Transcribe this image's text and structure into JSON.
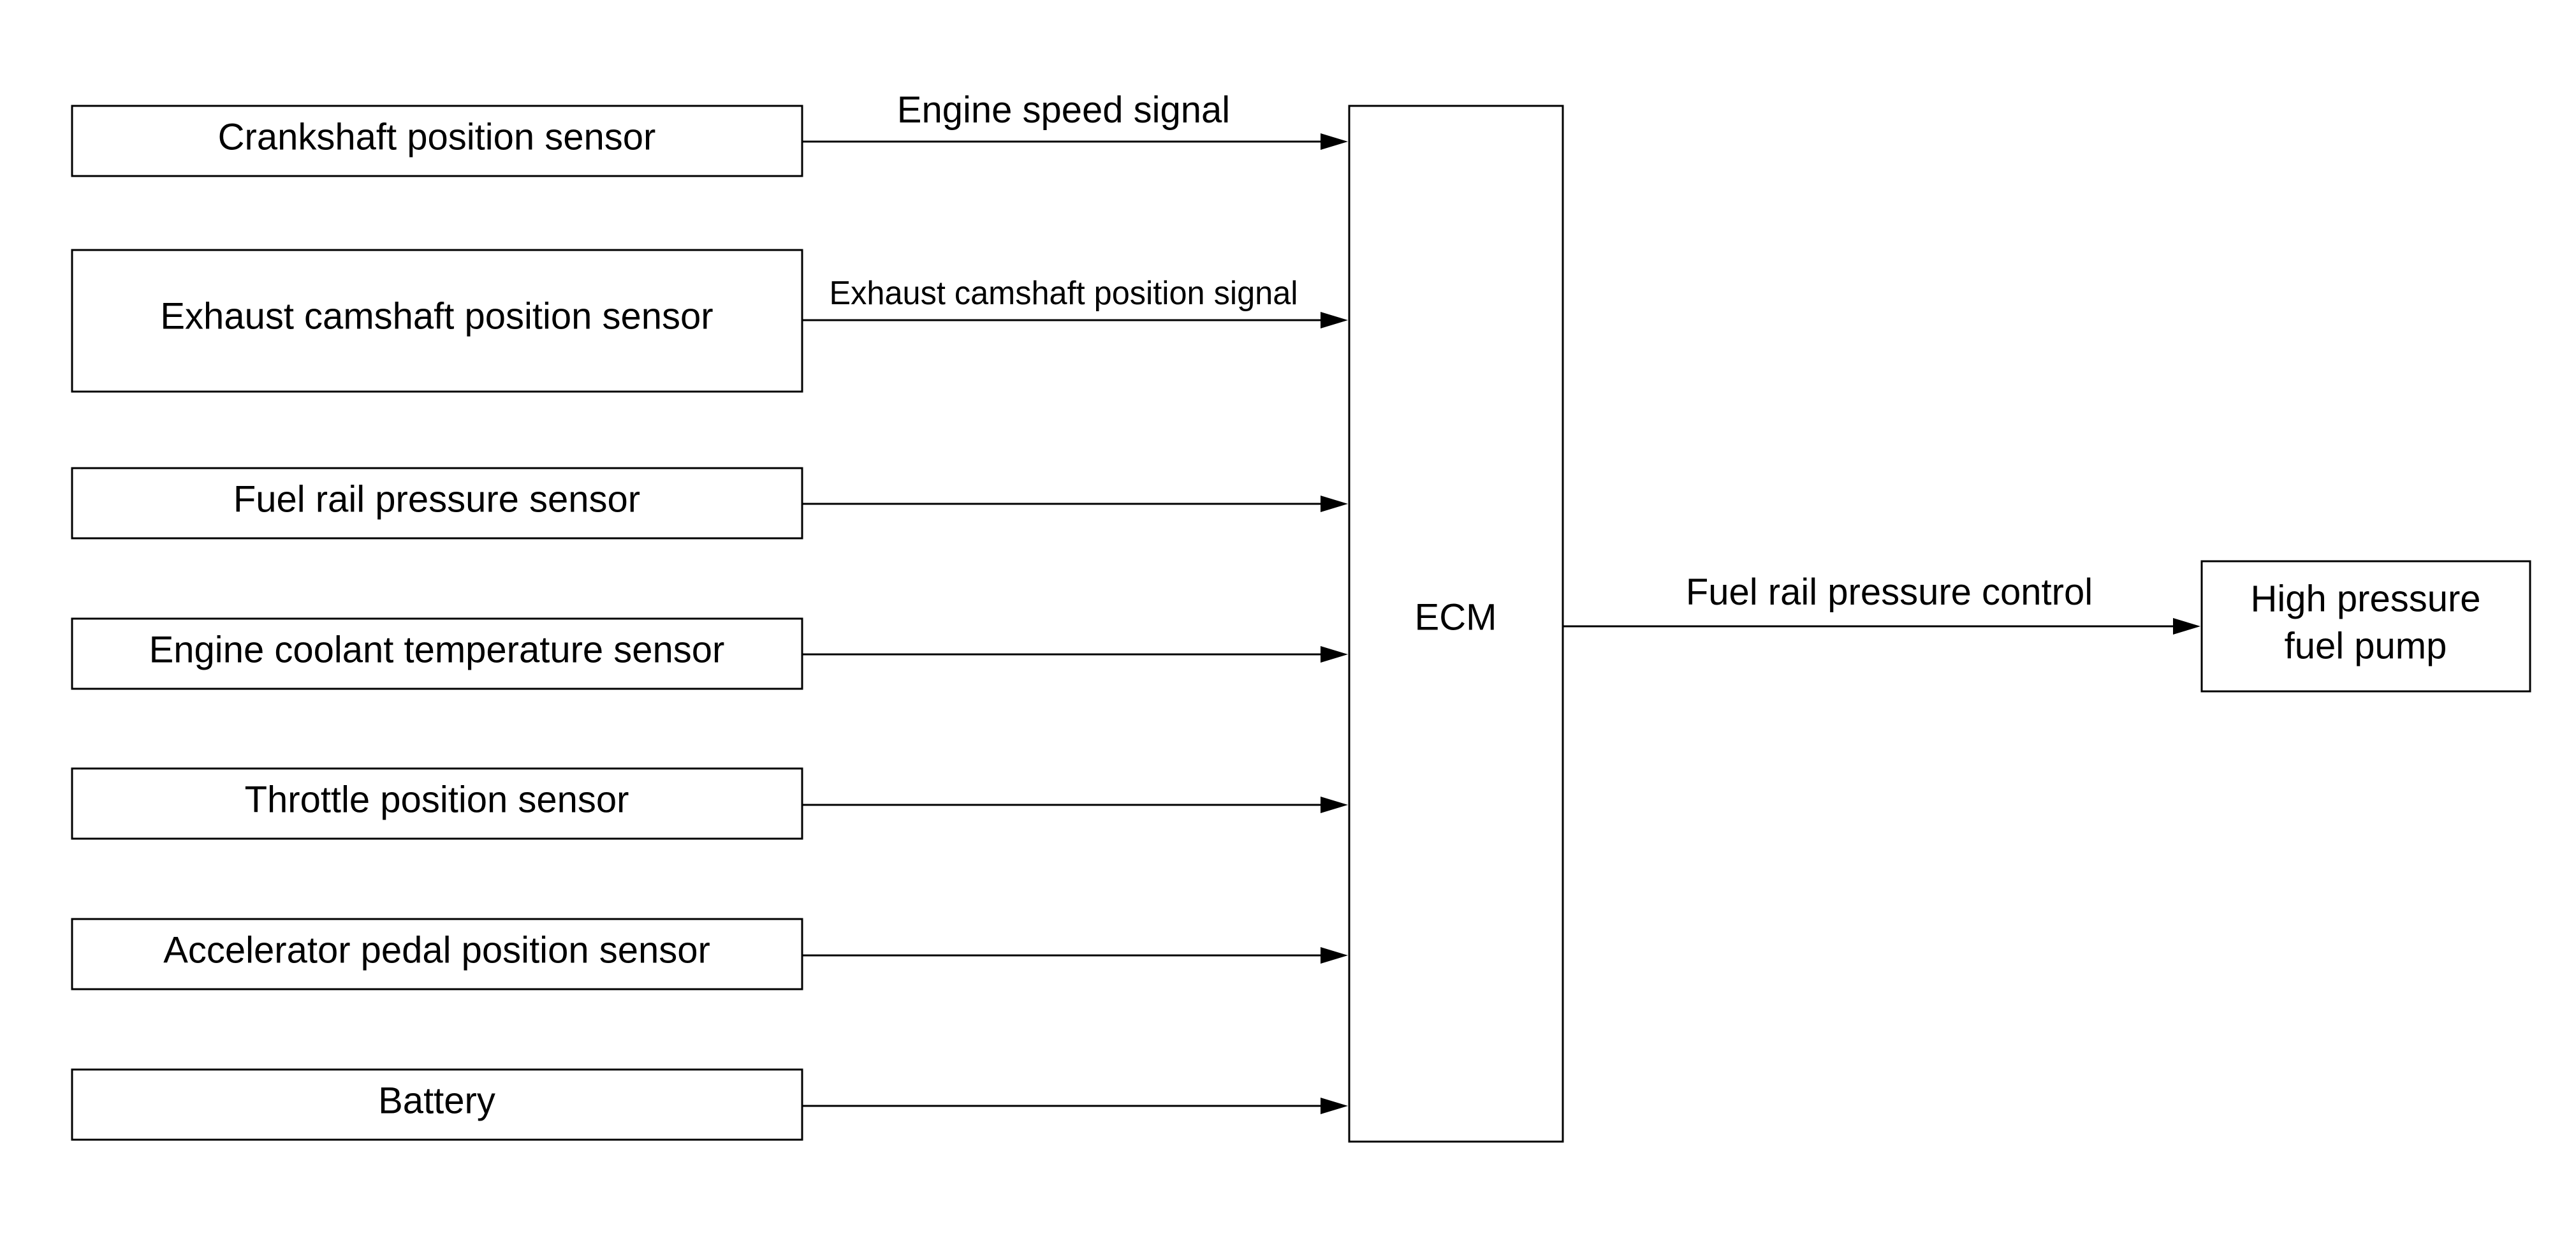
{
  "inputs": [
    {
      "label": "Crankshaft position sensor",
      "signal": "Engine speed signal"
    },
    {
      "label": "Exhaust camshaft position sensor",
      "signal": "Exhaust camshaft position signal"
    },
    {
      "label": "Fuel rail pressure sensor",
      "signal": ""
    },
    {
      "label": "Engine coolant temperature sensor",
      "signal": ""
    },
    {
      "label": "Throttle position sensor",
      "signal": ""
    },
    {
      "label": "Accelerator pedal position sensor",
      "signal": ""
    },
    {
      "label": "Battery",
      "signal": ""
    }
  ],
  "controller": {
    "label": "ECM"
  },
  "output": {
    "label_line1": "High pressure",
    "label_line2": "fuel pump",
    "signal": "Fuel rail pressure control"
  }
}
